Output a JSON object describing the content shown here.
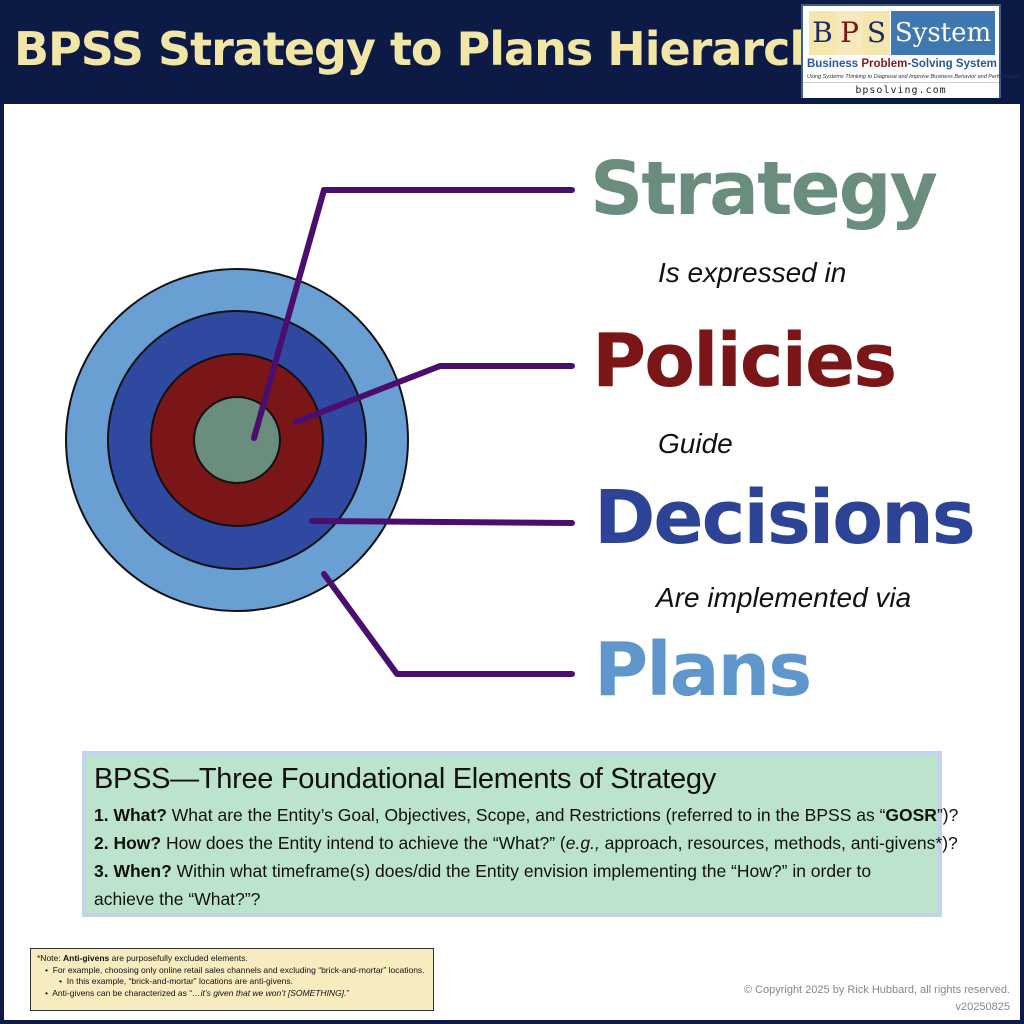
{
  "header": {
    "title": "BPSS Strategy to Plans Hierarchy"
  },
  "logo": {
    "letters": [
      "B",
      "P",
      "S"
    ],
    "system": "System",
    "tagline_part1": "Business ",
    "tagline_part2": "Problem",
    "tagline_part3": "-Solving System",
    "subtagline": "Using Systems Thinking to Diagnose and Improve Business Behavior and Performance",
    "url": "bpsolving.com"
  },
  "hierarchy": {
    "levels": [
      {
        "name": "Strategy",
        "color": "#6a8d7e"
      },
      {
        "name": "Policies",
        "color": "#7a1518"
      },
      {
        "name": "Decisions",
        "color": "#2d4496"
      },
      {
        "name": "Plans",
        "color": "#5f97cc"
      }
    ],
    "connectors": [
      "Is expressed in",
      "Guide",
      "Are implemented via"
    ],
    "ring_colors": {
      "outer": "#6a9fd3",
      "second": "#3049a0",
      "third": "#7a1518",
      "center": "#6a8d7e",
      "leader_lines": "#4a0f6e"
    }
  },
  "gosr_box": {
    "title": "BPSS—Three Foundational Elements of Strategy",
    "items": [
      {
        "label": "1. What?",
        "text": " What are the Entity’s Goal, Objectives, Scope, and Restrictions (referred to in the BPSS as “",
        "bold_tail": "GOSR",
        "text_end": "”)?"
      },
      {
        "label": "2. How?",
        "text": " How does the Entity intend to achieve the “What?” (",
        "italic": "e.g.,",
        "text_end": " approach, resources, methods, anti-givens*)?"
      },
      {
        "label": "3. When?",
        "text": " Within what timeframe(s) does/did the Entity envision implementing the “How?” in order to achieve the “What?”?"
      }
    ]
  },
  "note": {
    "prefix": "*Note: ",
    "bold": "Anti-givens",
    "line1_rest": " are purposefully excluded elements.",
    "bullet1": "For example, choosing only online retail sales channels and excluding “brick-and-mortar” locations.",
    "bullet1_sub": "In this example, “brick-and-mortar” locations are anti-givens.",
    "bullet2_prefix": "Anti-givens can be characterized as “",
    "bullet2_italic": "…it’s given that we won’t [SOMETHING].",
    "bullet2_suffix": "”"
  },
  "footer": {
    "copyright": "© Copyright 2025 by Rick Hubbard, all rights reserved.",
    "version": "v20250825"
  }
}
